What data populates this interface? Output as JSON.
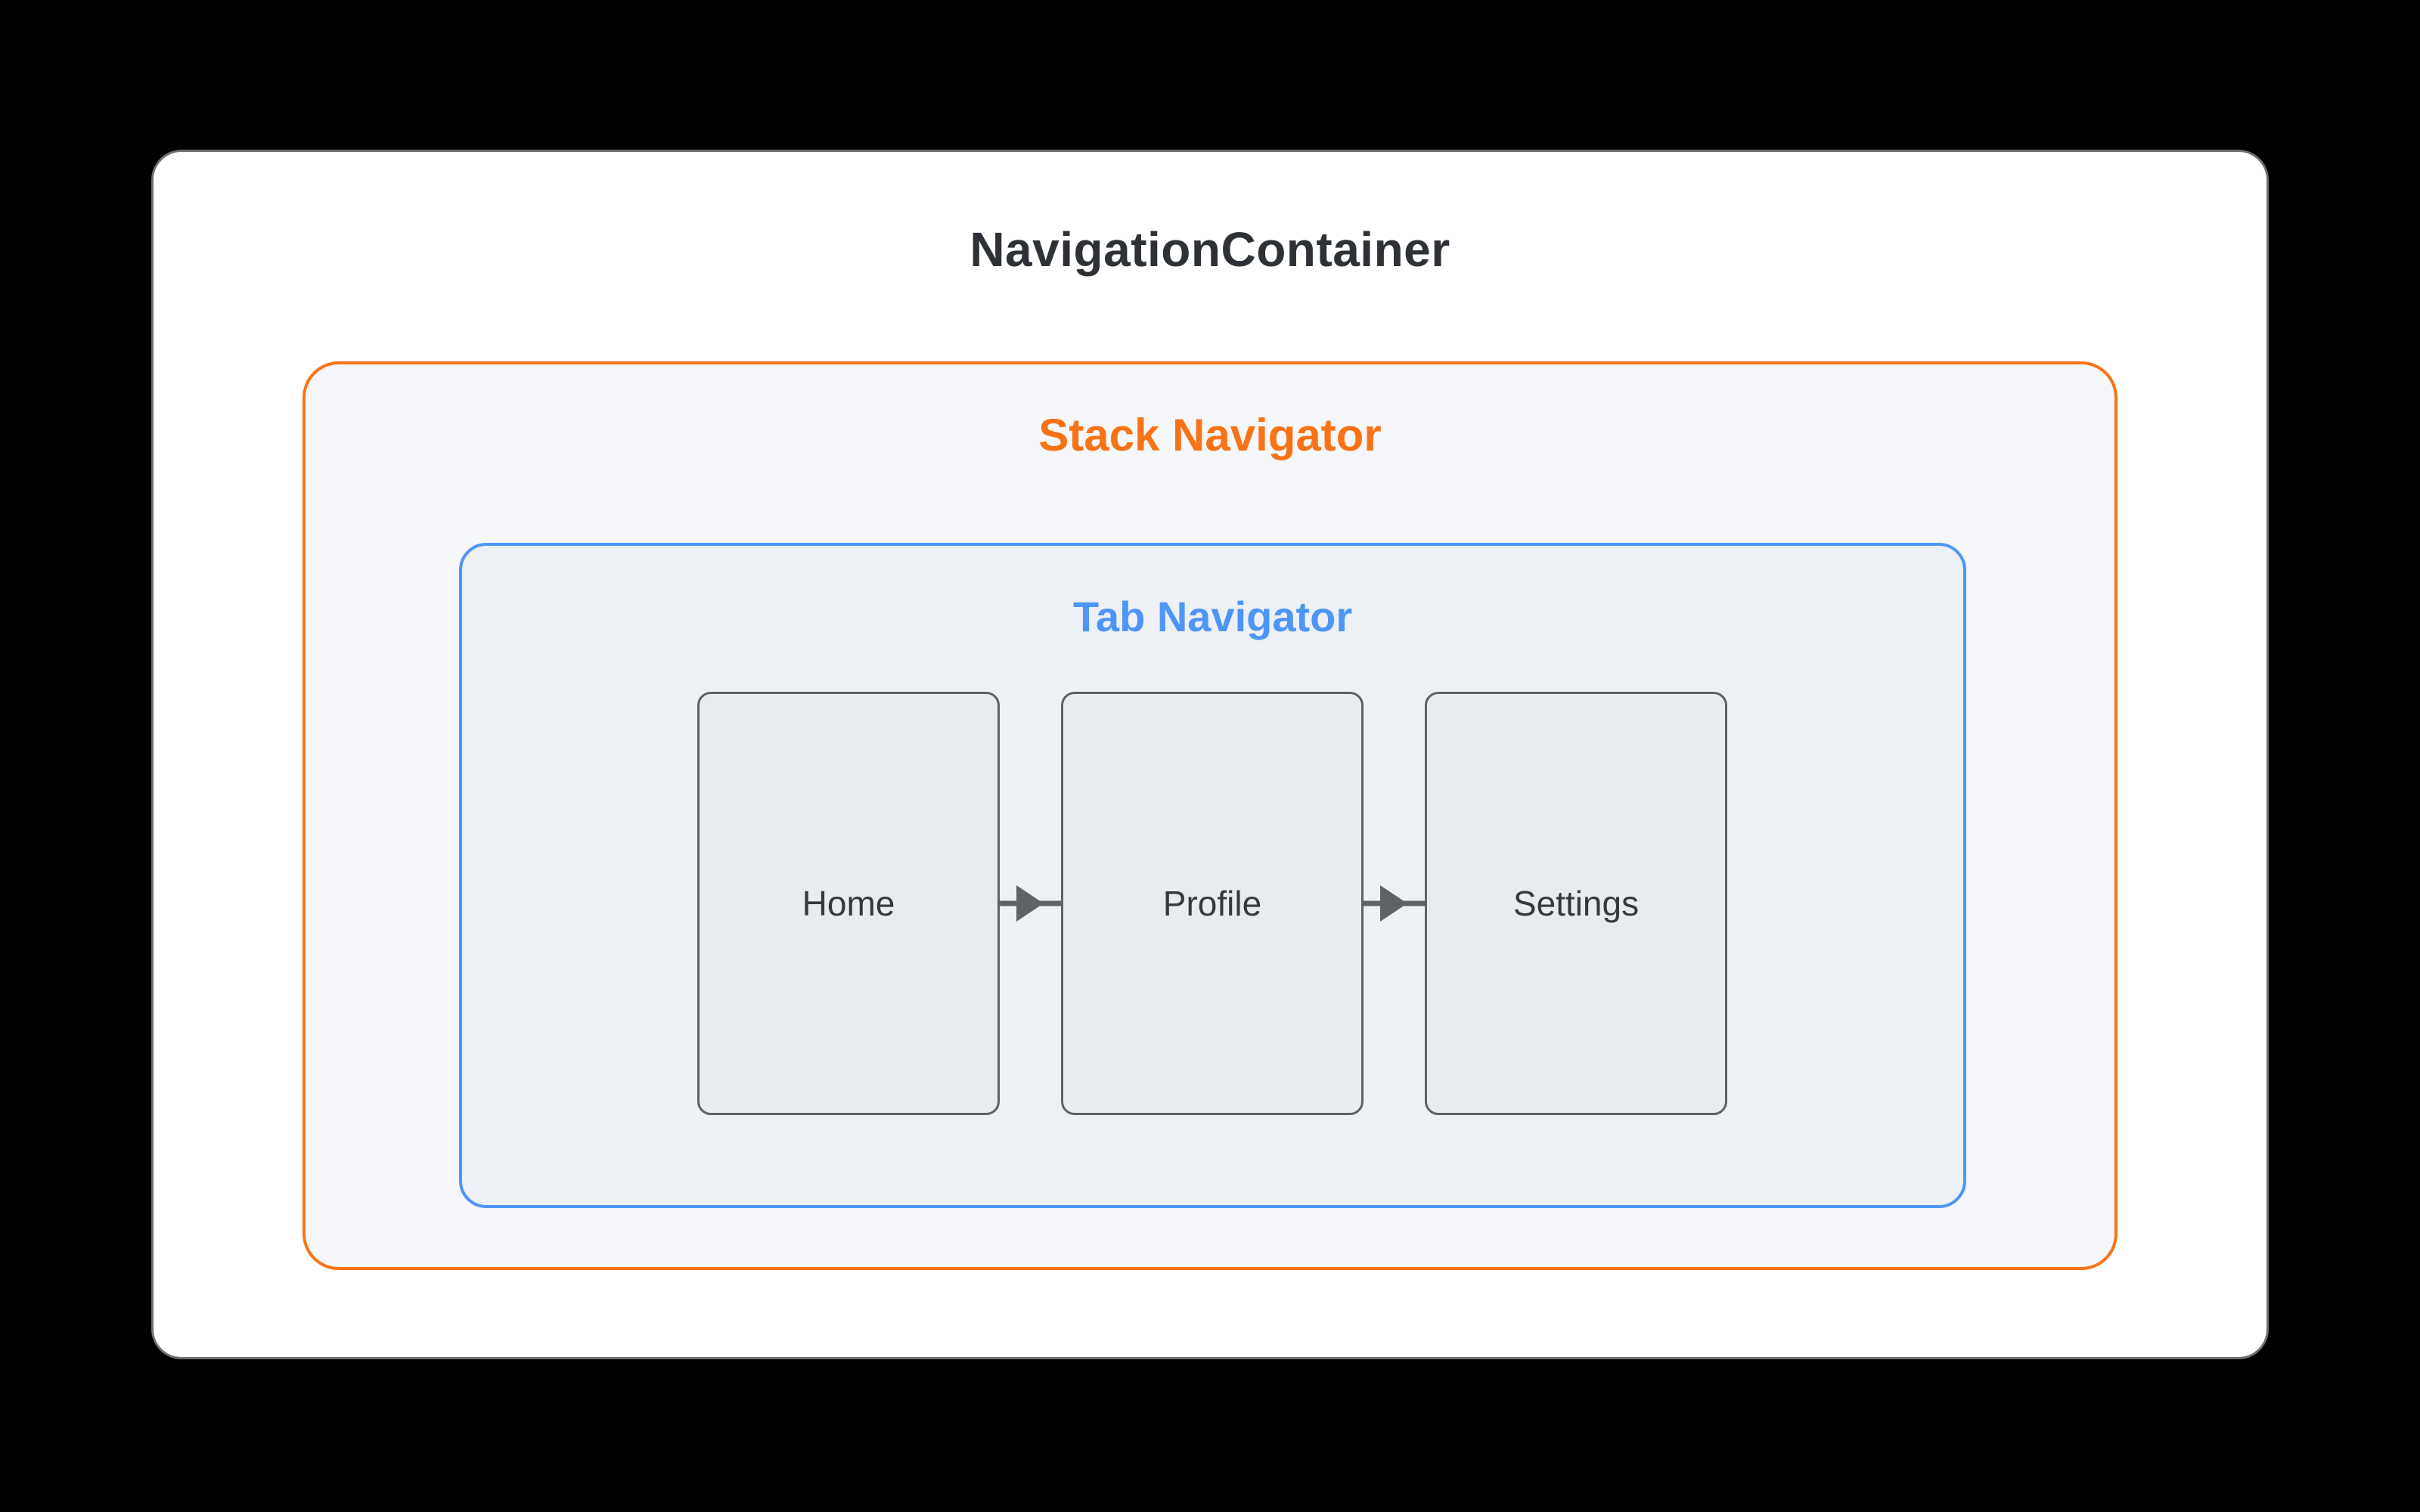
{
  "diagram": {
    "title": "NavigationContainer",
    "stack": {
      "label": "Stack Navigator"
    },
    "tab": {
      "label": "Tab Navigator"
    },
    "screens": [
      {
        "label": "Home"
      },
      {
        "label": "Profile"
      },
      {
        "label": "Settings"
      }
    ],
    "icons": {
      "flow_arrow": "arrow-right-icon"
    },
    "colors": {
      "background": "#000000",
      "card_bg": "#ffffff",
      "card_border": "#6e7073",
      "stack_accent": "#f97316",
      "stack_bg": "#f5f7fa",
      "tab_accent": "#4d96f8",
      "tab_bg": "#edf0f4",
      "screen_bg": "#e9ecef",
      "screen_border": "#5e6266",
      "arrow": "#5f6367",
      "title_text": "#2e3236",
      "screen_text": "#35393d"
    }
  }
}
